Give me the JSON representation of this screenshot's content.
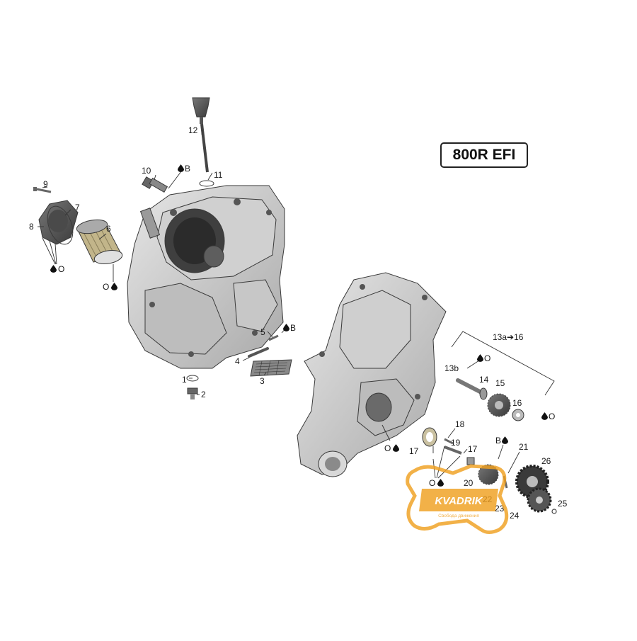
{
  "model_label": "800R EFI",
  "watermark": {
    "brand": "KVADRIK",
    "tagline": "Свобода движения",
    "color": "#f0a020"
  },
  "callouts": {
    "c1": "1",
    "c2": "2",
    "c3": "3",
    "c4": "4",
    "c5": "5",
    "c6": "6",
    "c7": "7",
    "c8": "8",
    "c9": "9",
    "c10": "10",
    "c11": "11",
    "c12": "12",
    "c13ab": "13a➔16",
    "c13b": "13b",
    "c14": "14",
    "c15": "15",
    "c16": "16",
    "c17a": "17",
    "c17b": "17",
    "c18": "18",
    "c19": "19",
    "c20": "20",
    "c21": "21",
    "c22": "22",
    "c23": "23",
    "c24": "24",
    "c25": "25",
    "c26": "26"
  },
  "lube_marks": {
    "b10": "B",
    "b5": "B",
    "b21": "B",
    "o8": "O",
    "o6": "O",
    "o_case": "O",
    "o14": "O",
    "o16": "O",
    "o19": "O"
  },
  "icons": [
    "oil-drop-icon"
  ]
}
